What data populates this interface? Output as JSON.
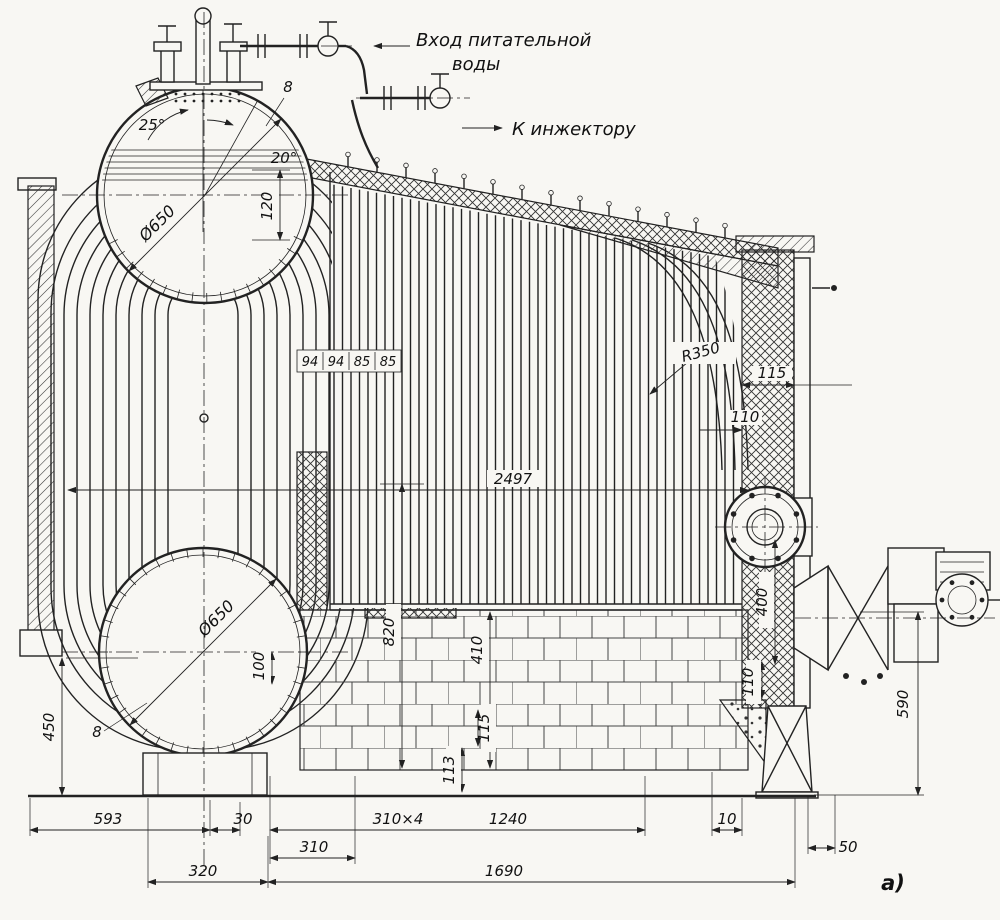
{
  "figure": {
    "caption": "а)"
  },
  "annotations": {
    "feed_water_line1": "Вход питательной",
    "feed_water_line2": "воды",
    "injector": "К инжектору"
  },
  "dimensions": {
    "angle_25": "25°",
    "angle_20": "20°",
    "dia_upper_drum": "Ø650",
    "dia_lower_drum": "Ø650",
    "d120": "120",
    "pitch_94a": "94",
    "pitch_94b": "94",
    "pitch_85a": "85",
    "pitch_85b": "85",
    "d2497": "2497",
    "r350": "R350",
    "d115_wall": "115",
    "d110_gap": "110",
    "d400": "400",
    "d110_low": "110",
    "d820": "820",
    "d410": "410",
    "d100": "100",
    "thk8_top": "8",
    "thk8_bottom": "8",
    "d450": "450",
    "d115_brick": "115",
    "d113": "113",
    "d590": "590",
    "d593": "593",
    "d30": "30",
    "d310x4": "310×4",
    "d1240": "1240",
    "d10": "10",
    "d50": "50",
    "d310": "310",
    "d320": "320",
    "d1690": "1690"
  }
}
